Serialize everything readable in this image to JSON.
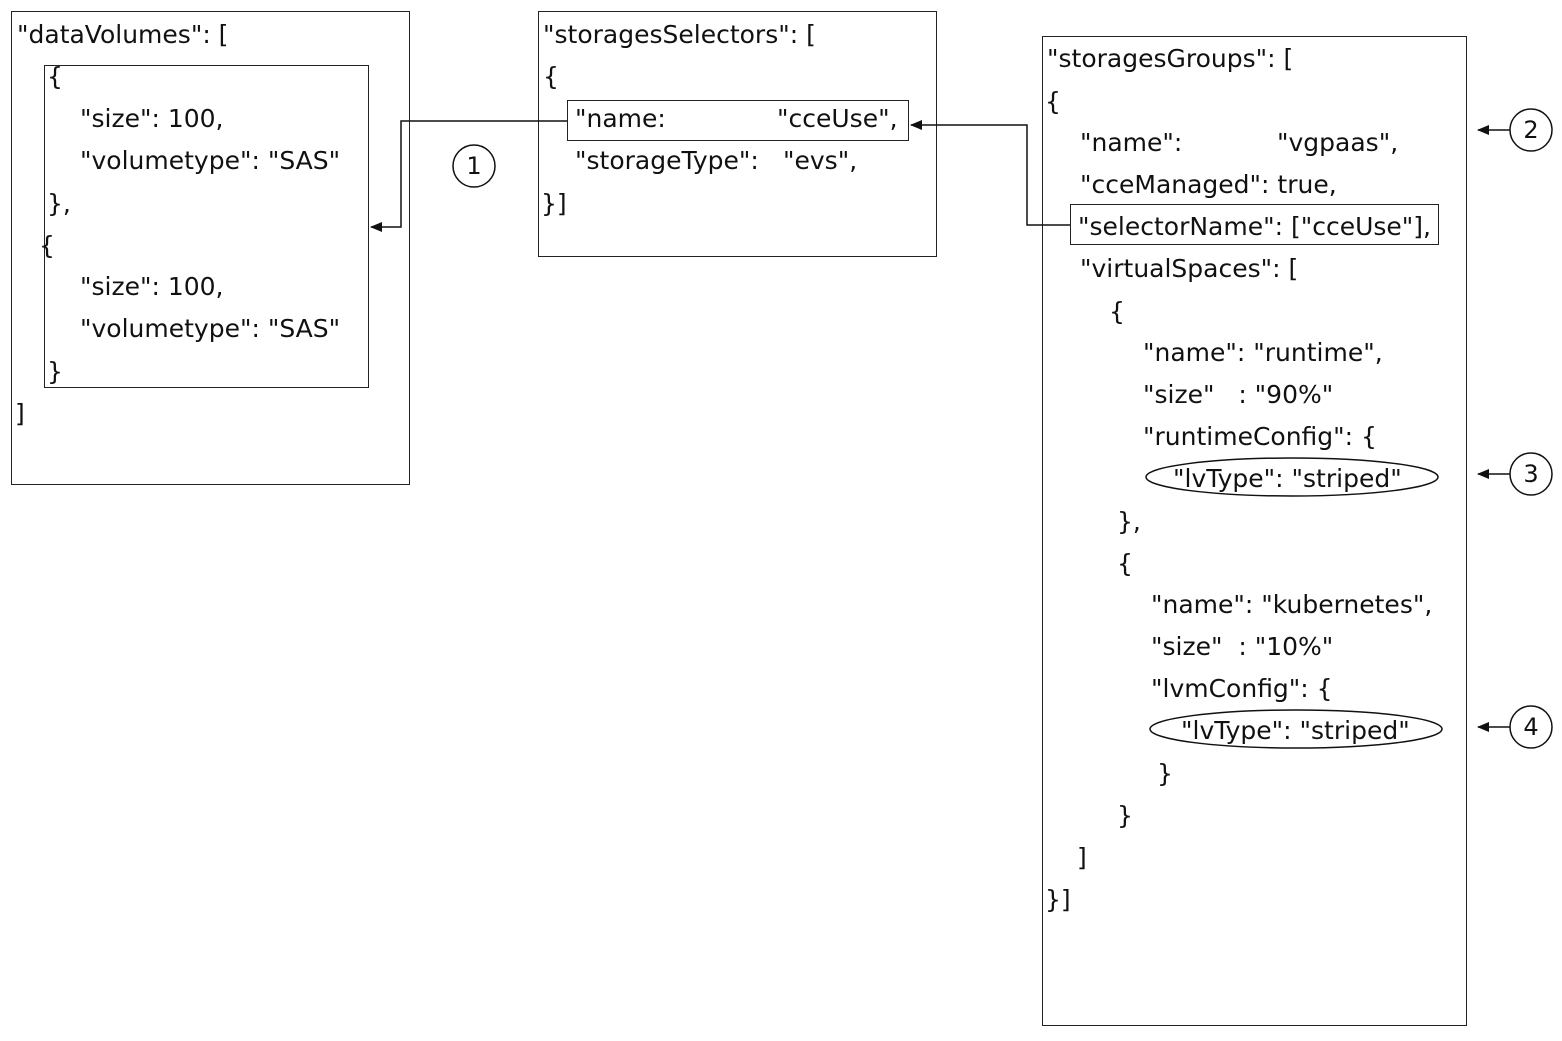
{
  "dataVolumes": {
    "header": "\"dataVolumes\": [",
    "items": [
      {
        "open": "{",
        "size": "\"size\": 100,",
        "type": "\"volumetype\": \"SAS\"",
        "close": "},"
      },
      {
        "open": "{",
        "size": "\"size\": 100,",
        "type": "\"volumetype\": \"SAS\"",
        "close": "}"
      }
    ],
    "footer": "]"
  },
  "storagesSelectors": {
    "header": "\"storagesSelectors\": [",
    "open": "{",
    "name_key": "\"name:",
    "name_val": "\"cceUse\",",
    "storage_type_key": "\"storageType\":",
    "storage_type_val": "\"evs\",",
    "close": "}]"
  },
  "storagesGroups": {
    "header": "\"storagesGroups\": [",
    "open": "{",
    "name_key": "\"name\":",
    "name_val": "\"vgpaas\",",
    "cce_managed": "\"cceManaged\": true,",
    "selector_name": "\"selectorName\": [\"cceUse\"],",
    "virtual_spaces": "\"virtualSpaces\": [",
    "space1": {
      "open": "{",
      "name": "\"name\": \"runtime\",",
      "size": "\"size\"   : \"90%\"",
      "config": "\"runtimeConfig\": {",
      "lvtype": "\"lvType\": \"striped\"",
      "close": "},"
    },
    "space2": {
      "open": "{",
      "name": "\"name\": \"kubernetes\",",
      "size": "\"size\"  : \"10%\"",
      "config": "\"lvmConfig\": {",
      "lvtype": "\"lvType\": \"striped\"",
      "close_inner": "}",
      "close": "}"
    },
    "vs_close": "]",
    "close": "}]"
  },
  "callouts": [
    "1",
    "2",
    "3",
    "4"
  ]
}
